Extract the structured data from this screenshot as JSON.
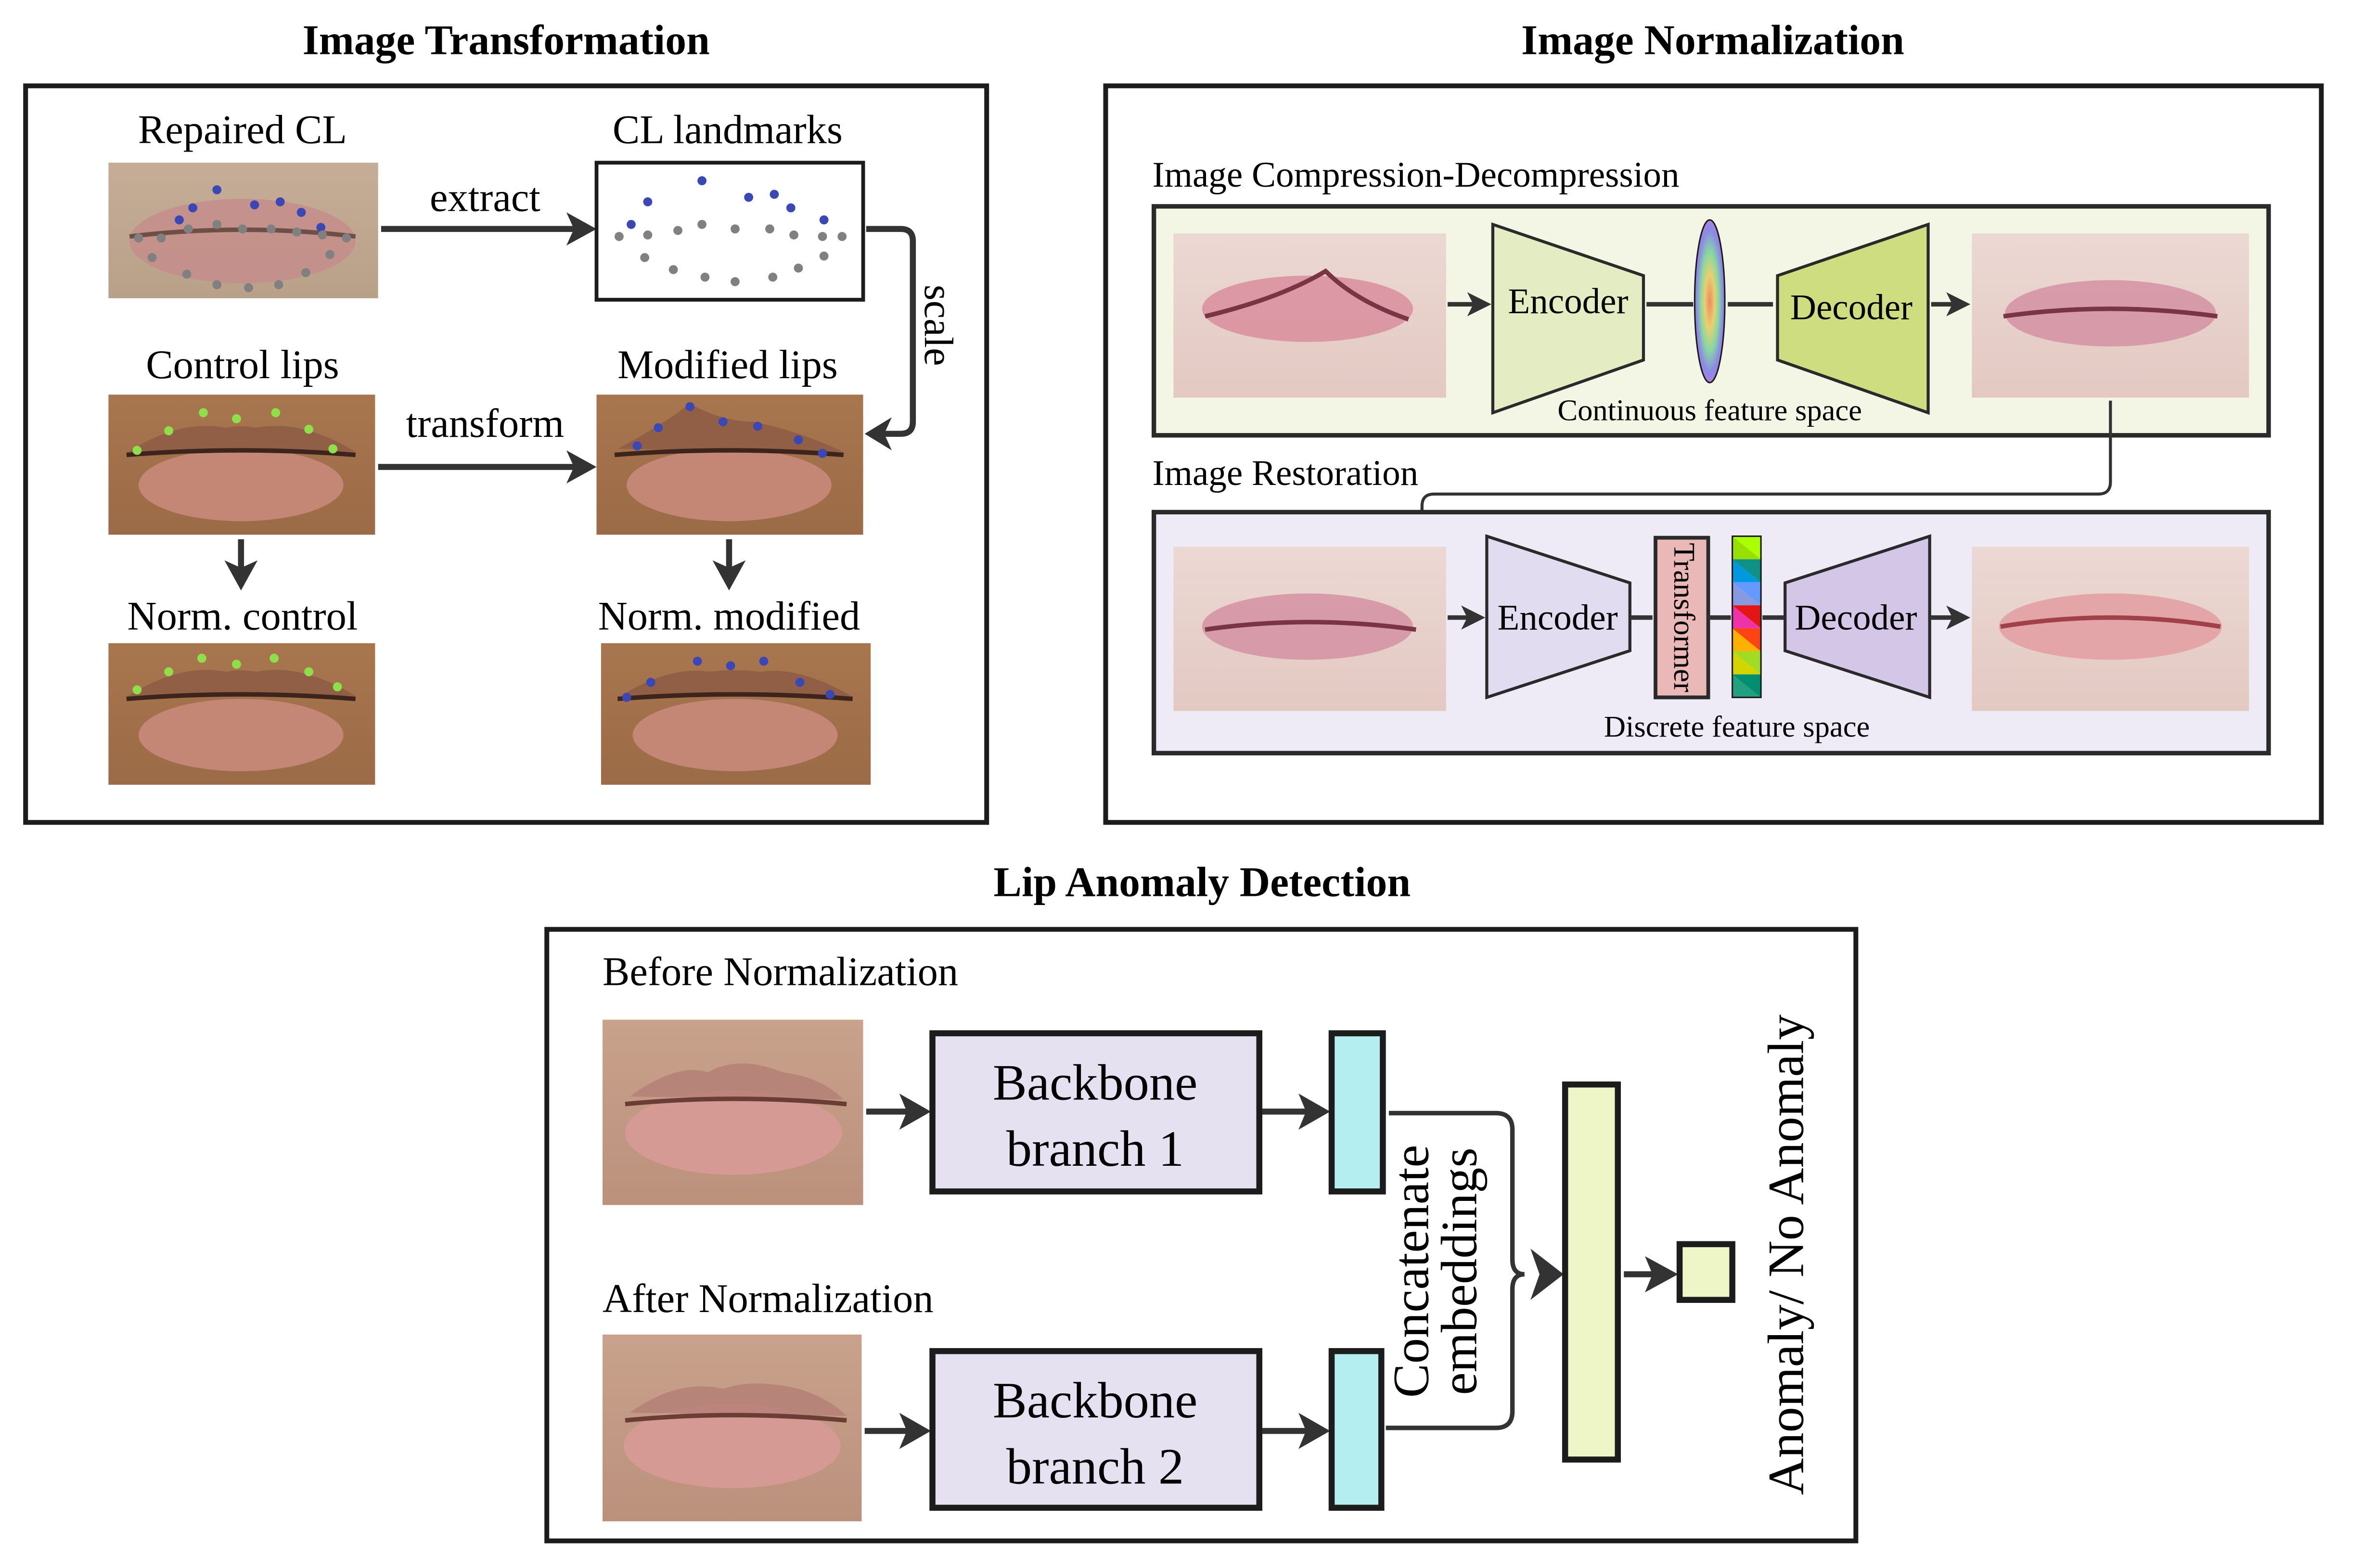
{
  "figure": {
    "panels": {
      "transformation": {
        "title": "Image Transformation",
        "labels": {
          "repaired": "Repaired CL",
          "landmarks": "CL landmarks",
          "control": "Control lips",
          "modified": "Modified lips",
          "norm_control": "Norm. control",
          "norm_modified": "Norm. modified"
        },
        "edges": {
          "extract": "extract",
          "transform": "transform",
          "scale": "scale"
        },
        "colors": {
          "cleft_landmark": "#3b47b5",
          "lip_landmark": "#808080",
          "control_landmark": "#8ee04a"
        }
      },
      "normalization": {
        "title": "Image Normalization",
        "compression": {
          "label": "Image Compression-Decompression",
          "encoder": "Encoder",
          "decoder": "Decoder",
          "caption": "Continuous feature space",
          "bg": "#f3f6e4",
          "encoder_fill": "#e4ecc3",
          "decoder_fill": "#cedd80"
        },
        "restoration": {
          "label": "Image Restoration",
          "encoder": "Encoder",
          "transformer": "Transformer",
          "decoder": "Decoder",
          "caption": "Discrete feature space",
          "bg": "#eeebf6",
          "encoder_fill": "#e2dcf0",
          "decoder_fill": "#d3c6e6",
          "transformer_fill": "#eab9b7",
          "codebook": [
            [
              "#98e000",
              "#aaff00"
            ],
            [
              "#0099dd",
              "#0f9186"
            ],
            [
              "#8799e0",
              "#6699ff"
            ],
            [
              "#ee33aa",
              "#e51515"
            ],
            [
              "#ffb000",
              "#ff4411"
            ],
            [
              "#d4d400",
              "#a0dd22"
            ],
            [
              "#22a080",
              "#009070"
            ]
          ]
        }
      },
      "detection": {
        "title": "Lip Anomaly Detection",
        "before": "Before Normalization",
        "after": "After Normalization",
        "branch1": [
          "Backbone",
          "branch 1"
        ],
        "branch2": [
          "Backbone",
          "branch 2"
        ],
        "concat": [
          "Concatenate",
          "embeddings"
        ],
        "output": "Anomaly/ No Anomaly",
        "branch_fill": "#e6e1f1",
        "embedding_fill": "#b4eef0",
        "fc_fill": "#eef6c8"
      }
    }
  }
}
